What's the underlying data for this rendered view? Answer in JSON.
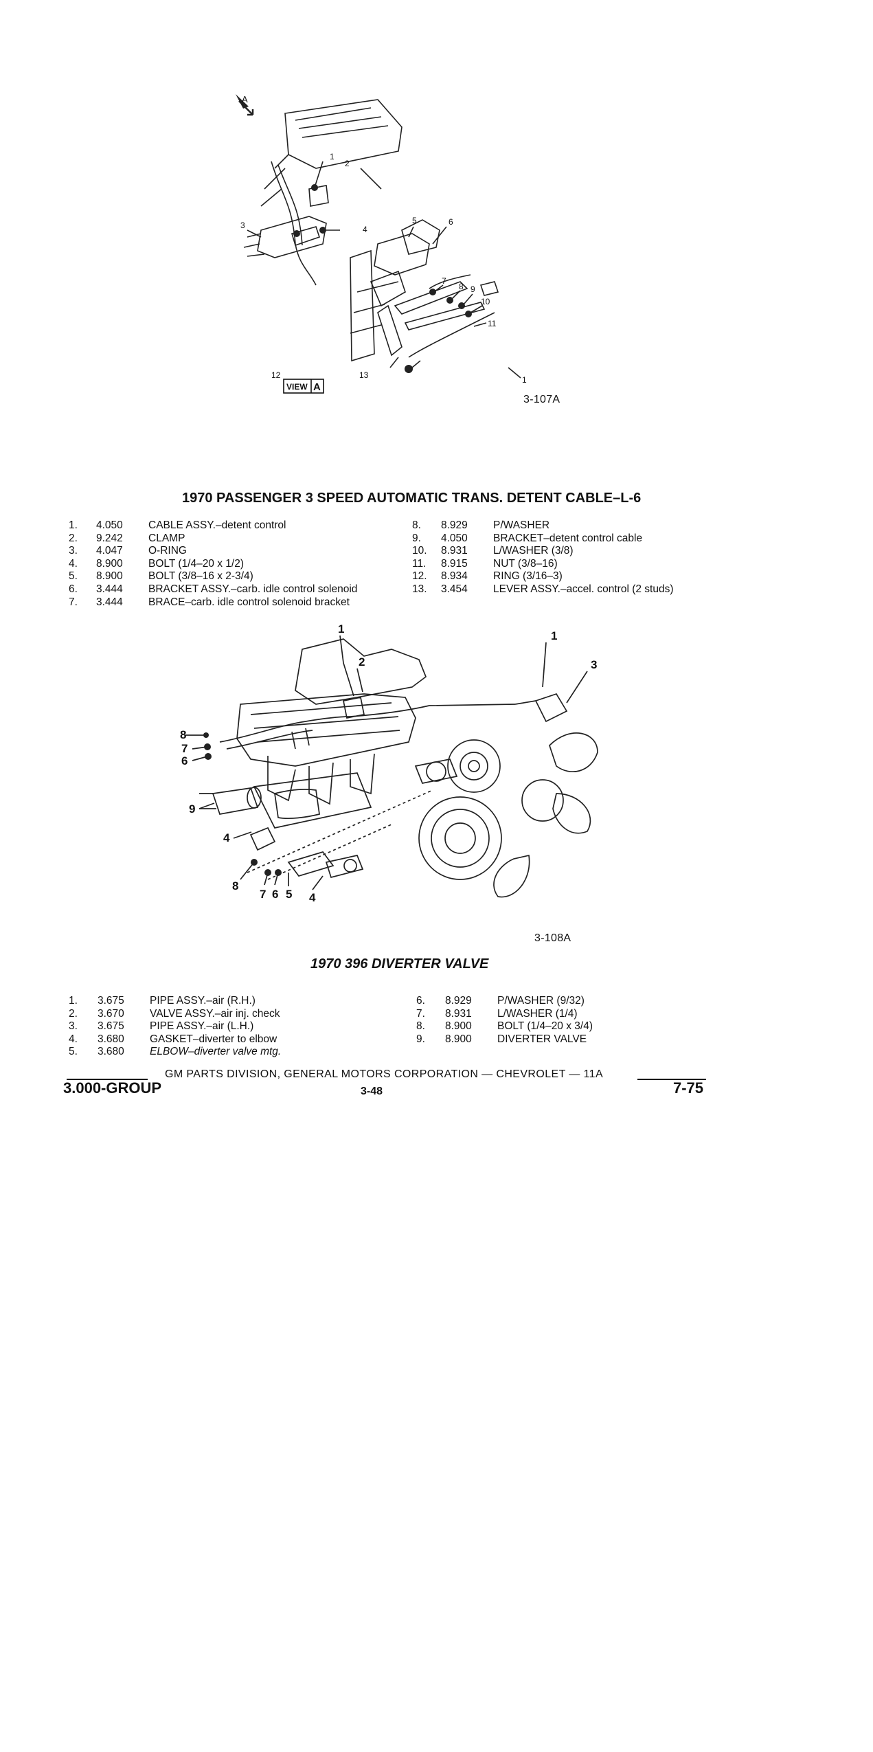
{
  "figure1": {
    "code": "3-107A",
    "view_label": "VIEW",
    "view_letter": "A",
    "arrow_letter": "A",
    "callouts": [
      "1",
      "2",
      "3",
      "4",
      "5",
      "6",
      "7",
      "8",
      "9",
      "10",
      "11",
      "12",
      "13",
      "1"
    ]
  },
  "section1": {
    "title": "1970 PASSENGER 3 SPEED AUTOMATIC TRANS. DETENT CABLE–L-6",
    "left_items": [
      {
        "num": "1.",
        "code": "4.050",
        "desc": "CABLE ASSY.–detent control"
      },
      {
        "num": "2.",
        "code": "9.242",
        "desc": "CLAMP"
      },
      {
        "num": "3.",
        "code": "4.047",
        "desc": "O-RING"
      },
      {
        "num": "4.",
        "code": "8.900",
        "desc": "BOLT (1/4–20 x 1/2)"
      },
      {
        "num": "5.",
        "code": "8.900",
        "desc": "BOLT (3/8–16 x 2-3/4)"
      },
      {
        "num": "6.",
        "code": "3.444",
        "desc": "BRACKET ASSY.–carb. idle control solenoid"
      },
      {
        "num": "7.",
        "code": "3.444",
        "desc": "BRACE–carb. idle control solenoid bracket"
      }
    ],
    "right_items": [
      {
        "num": "8.",
        "code": "8.929",
        "desc": "P/WASHER"
      },
      {
        "num": "9.",
        "code": "4.050",
        "desc": "BRACKET–detent control cable"
      },
      {
        "num": "10.",
        "code": "8.931",
        "desc": "L/WASHER (3/8)"
      },
      {
        "num": "11.",
        "code": "8.915",
        "desc": "NUT (3/8–16)"
      },
      {
        "num": "12.",
        "code": "8.934",
        "desc": "RING (3/16–3)"
      },
      {
        "num": "13.",
        "code": "3.454",
        "desc": "LEVER ASSY.–accel. control (2 studs)"
      }
    ]
  },
  "figure2": {
    "code": "3-108A",
    "callouts": [
      "1",
      "1",
      "2",
      "3",
      "8",
      "7",
      "6",
      "9",
      "4",
      "8",
      "7",
      "6",
      "5",
      "4"
    ]
  },
  "section2": {
    "title": "1970 396 DIVERTER VALVE",
    "left_items": [
      {
        "num": "1.",
        "code": "3.675",
        "desc": "PIPE ASSY.–air (R.H.)"
      },
      {
        "num": "2.",
        "code": "3.670",
        "desc": "VALVE ASSY.–air inj. check"
      },
      {
        "num": "3.",
        "code": "3.675",
        "desc": "PIPE ASSY.–air (L.H.)"
      },
      {
        "num": "4.",
        "code": "3.680",
        "desc": "GASKET–diverter to elbow"
      },
      {
        "num": "5.",
        "code": "3.680",
        "desc": "ELBOW–diverter valve mtg."
      }
    ],
    "right_items": [
      {
        "num": "6.",
        "code": "8.929",
        "desc": "P/WASHER (9/32)"
      },
      {
        "num": "7.",
        "code": "8.931",
        "desc": "L/WASHER (1/4)"
      },
      {
        "num": "8.",
        "code": "8.900",
        "desc": "BOLT (1/4–20 x 3/4)"
      },
      {
        "num": "9.",
        "code": "8.900",
        "desc": "DIVERTER VALVE"
      }
    ]
  },
  "footer": {
    "division": "GM PARTS DIVISION, GENERAL MOTORS CORPORATION — CHEVROLET — 11A",
    "group": "3.000-GROUP",
    "page": "3-48",
    "date": "7-75"
  }
}
